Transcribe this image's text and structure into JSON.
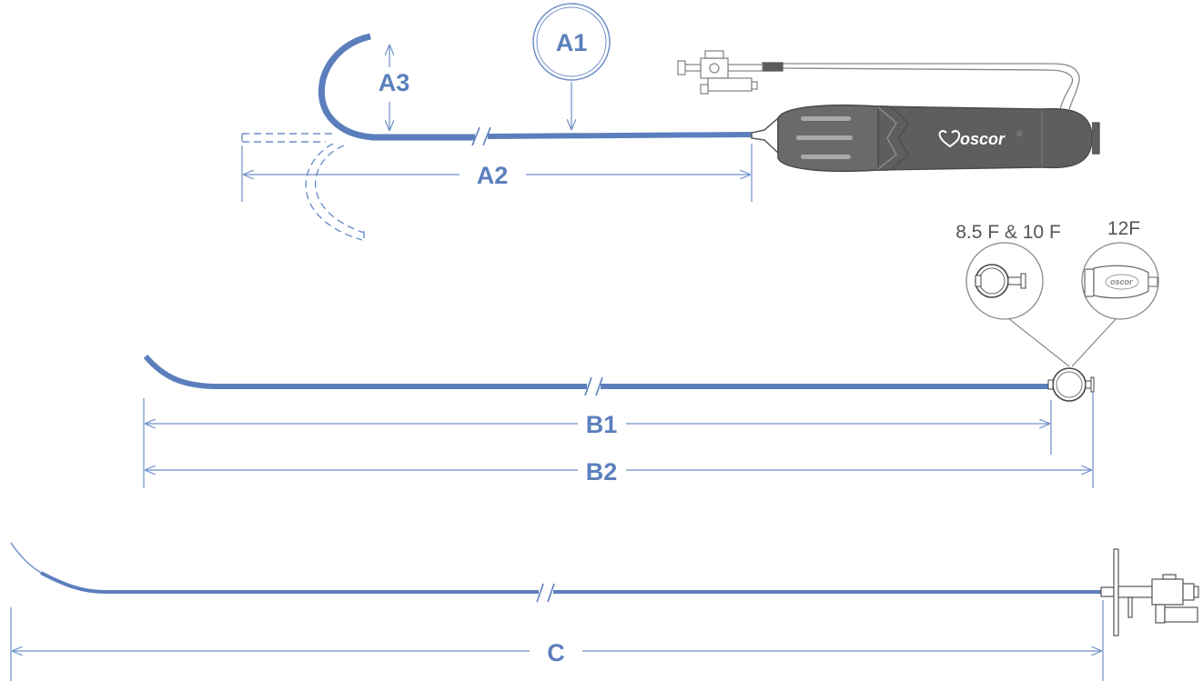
{
  "labels": {
    "a1": "A1",
    "a2": "A2",
    "a3": "A3",
    "b1": "B1",
    "b2": "B2",
    "c": "C"
  },
  "hub_sizes": {
    "small": "8.5 F & 10 F",
    "large": "12F"
  },
  "brand": {
    "name": "oscor",
    "mark": "®"
  },
  "colors": {
    "shaft_blue": "#5b7fbd",
    "dimension_blue": "#6e8fc9",
    "handle_dark": "#5a5a5a",
    "outline_gray": "#888888"
  }
}
